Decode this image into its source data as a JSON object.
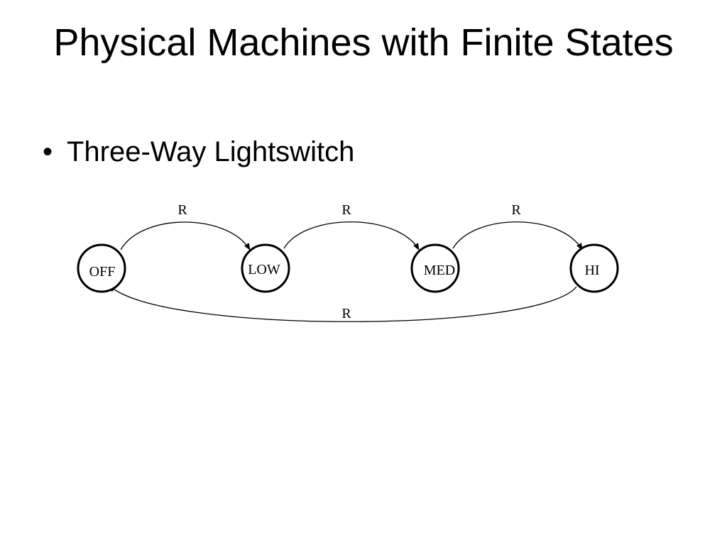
{
  "slide": {
    "title": "Physical Machines with Finite States",
    "bullets": [
      "Three-Way Lightswitch"
    ]
  },
  "diagram": {
    "states": [
      "OFF",
      "LOW",
      "MED",
      "HI"
    ],
    "transitions": [
      {
        "from": "OFF",
        "to": "LOW",
        "label": "R"
      },
      {
        "from": "LOW",
        "to": "MED",
        "label": "R"
      },
      {
        "from": "MED",
        "to": "HI",
        "label": "R"
      },
      {
        "from": "HI",
        "to": "OFF",
        "label": "R"
      }
    ]
  }
}
